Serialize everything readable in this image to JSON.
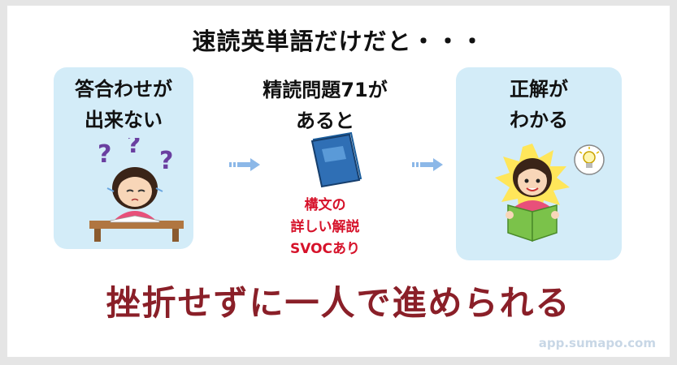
{
  "title": "速読英単語だけだと・・・",
  "left_box": {
    "line1": "答合わせが",
    "line2": "出来ない"
  },
  "middle": {
    "line1": "精読問題71が",
    "line2": "あると",
    "note_line1": "構文の",
    "note_line2": "詳しい解説",
    "note_line3": "SVOCあり"
  },
  "right_box": {
    "line1": "正解が",
    "line2": "わかる"
  },
  "bottom_text": "挫折せずに一人で進められる",
  "watermark": "app.sumapo.com",
  "colors": {
    "box_bg": "#d3ecf8",
    "note_red": "#d6122a",
    "bottom_red": "#8a1f28",
    "arrow_blue": "#8cb8e8"
  }
}
